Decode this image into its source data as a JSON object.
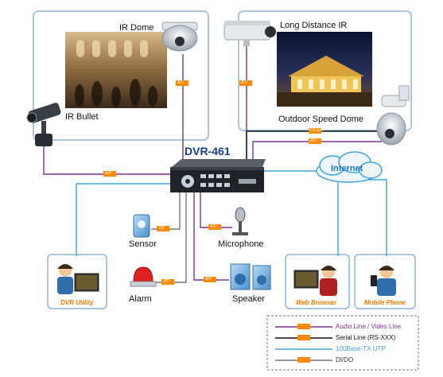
{
  "device": {
    "name": "DVR-461"
  },
  "cameras": {
    "ir_dome": "IR Dome",
    "long_distance_ir": "Long Distance IR",
    "ir_bullet": "IR Bullet",
    "outdoor_speed_dome": "Outdoor Speed Dome"
  },
  "peripherals": {
    "sensor": "Sensor",
    "microphone": "Microphone",
    "alarm": "Alarm",
    "speaker": "Speaker"
  },
  "network": {
    "internet": "Internet"
  },
  "clients": {
    "dvr_utility": "DVR Utility",
    "web_browser": "Web Browser",
    "mobile_phone": "Mobile Phone"
  },
  "tags": {
    "av": "A/V",
    "io": "I/O",
    "rs": "RS-XXX"
  },
  "legend": {
    "audio_video": "Audio Line / Video Line",
    "serial": "Serial Line (RS-XXX)",
    "ethernet": "100Base-TX UTP",
    "dido": "DI/DO"
  },
  "colors": {
    "av_line": "#7b3294",
    "serial_line": "#111111",
    "utp_line": "#3fa3d8",
    "dido_line": "#777777",
    "frame": "#8fb6d9",
    "tag": "#ff8a00",
    "title": "#173f8c"
  }
}
